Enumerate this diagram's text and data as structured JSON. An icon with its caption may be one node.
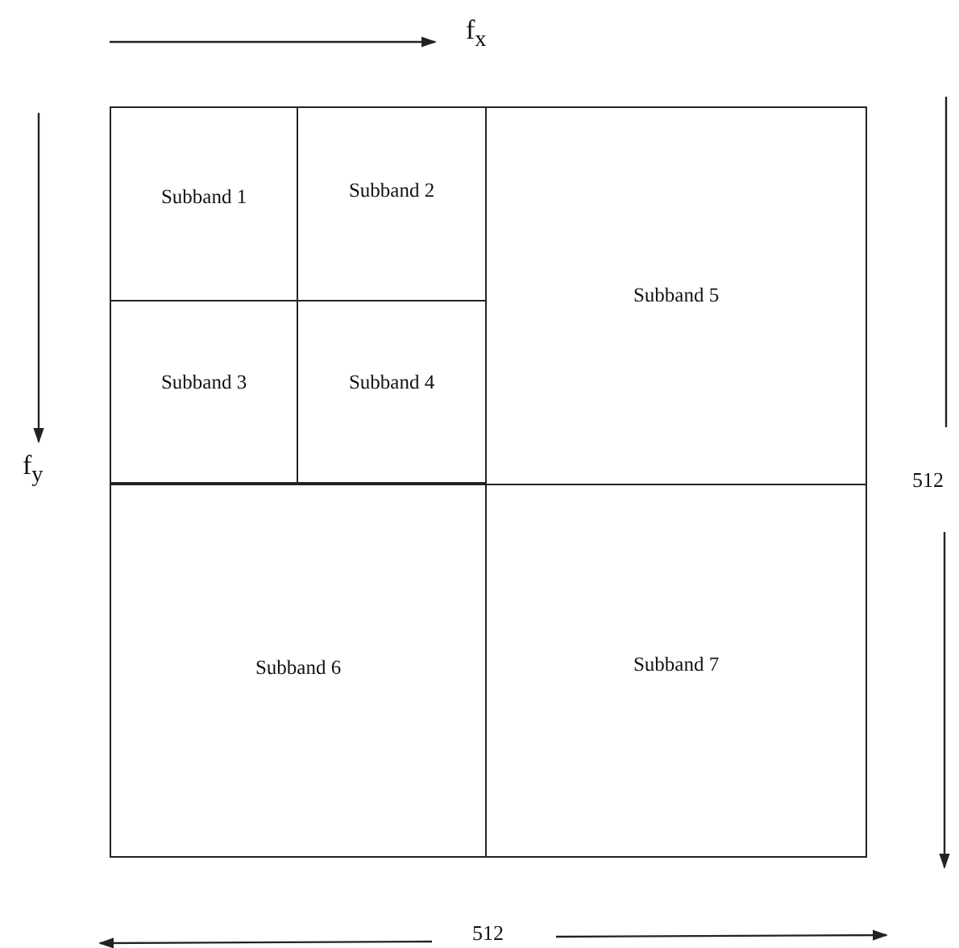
{
  "diagram": {
    "nodes": [
      {
        "text": [
          "Subband 1"
        ]
      },
      {
        "text": [
          "Subband 2"
        ]
      },
      {
        "text": [
          "Subband 3"
        ]
      },
      {
        "text": [
          "Subband 4"
        ]
      },
      {
        "text": [
          "Subband 5"
        ]
      },
      {
        "text": [
          "Subband 6"
        ]
      },
      {
        "text": [
          "Subband 7"
        ]
      }
    ],
    "labels": [
      "f$_{x}$",
      "f$_{y}$",
      "512",
      "512"
    ]
  }
}
